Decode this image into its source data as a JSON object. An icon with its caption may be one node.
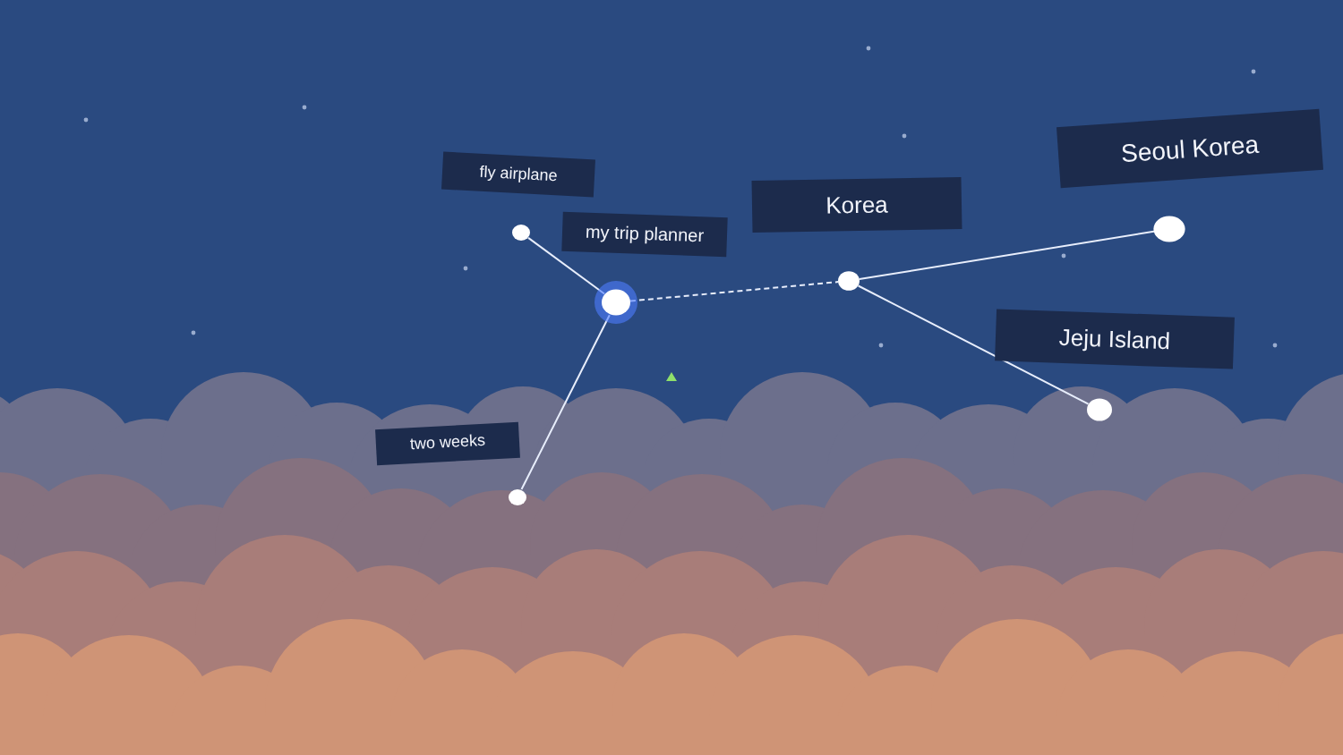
{
  "diagram": {
    "nodes": [
      {
        "text": [
          "fly airplane"
        ]
      },
      {
        "text": [
          "my trip planner"
        ]
      },
      {
        "text": [
          "Korea"
        ]
      },
      {
        "text": [
          "Seoul Korea"
        ]
      },
      {
        "text": [
          "Jeju Island"
        ]
      },
      {
        "text": [
          "two weeks"
        ]
      },
      {
        "text": [],
        "shape": "circle"
      },
      {
        "text": [],
        "shape": "circle"
      },
      {
        "text": [],
        "shape": "circle"
      },
      {
        "text": [],
        "shape": "circle"
      },
      {
        "text": [],
        "shape": "circle"
      },
      {
        "text": [],
        "shape": "circle"
      }
    ],
    "edges": [
      {
        "from": 7,
        "to": 6,
        "arrow": "none"
      },
      {
        "from": 7,
        "to": 11,
        "arrow": "none"
      },
      {
        "from": 7,
        "to": 8,
        "arrow": "none",
        "style": "dashed"
      },
      {
        "from": 8,
        "to": 9,
        "arrow": "none"
      },
      {
        "from": 8,
        "to": 10,
        "arrow": "none"
      }
    ]
  }
}
